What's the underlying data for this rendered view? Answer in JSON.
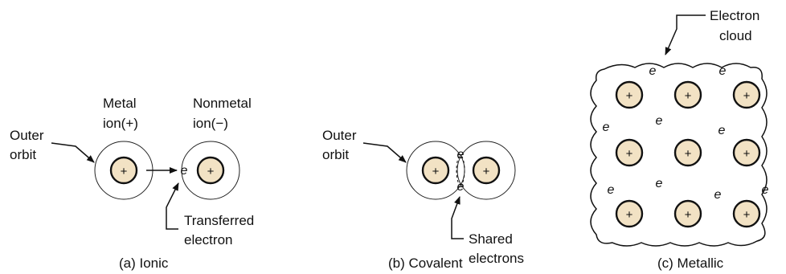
{
  "colors": {
    "nucleus_fill": "#f2e2c4",
    "stroke": "#111111",
    "background": "#ffffff"
  },
  "symbols": {
    "positive": "+",
    "electron": "e"
  },
  "ionic": {
    "metal_label": [
      "Metal",
      "ion(+)"
    ],
    "nonmetal_label": [
      "Nonmetal",
      "ion(−)"
    ],
    "outer_orbit_label": [
      "Outer",
      "orbit"
    ],
    "transferred_label": [
      "Transferred",
      "electron"
    ],
    "caption": "(a) Ionic"
  },
  "covalent": {
    "outer_orbit_label": [
      "Outer",
      "orbit"
    ],
    "shared_label": [
      "Shared",
      "electrons"
    ],
    "caption": "(b) Covalent"
  },
  "metallic": {
    "cloud_label": [
      "Electron",
      "cloud"
    ],
    "caption": "(c) Metallic"
  }
}
